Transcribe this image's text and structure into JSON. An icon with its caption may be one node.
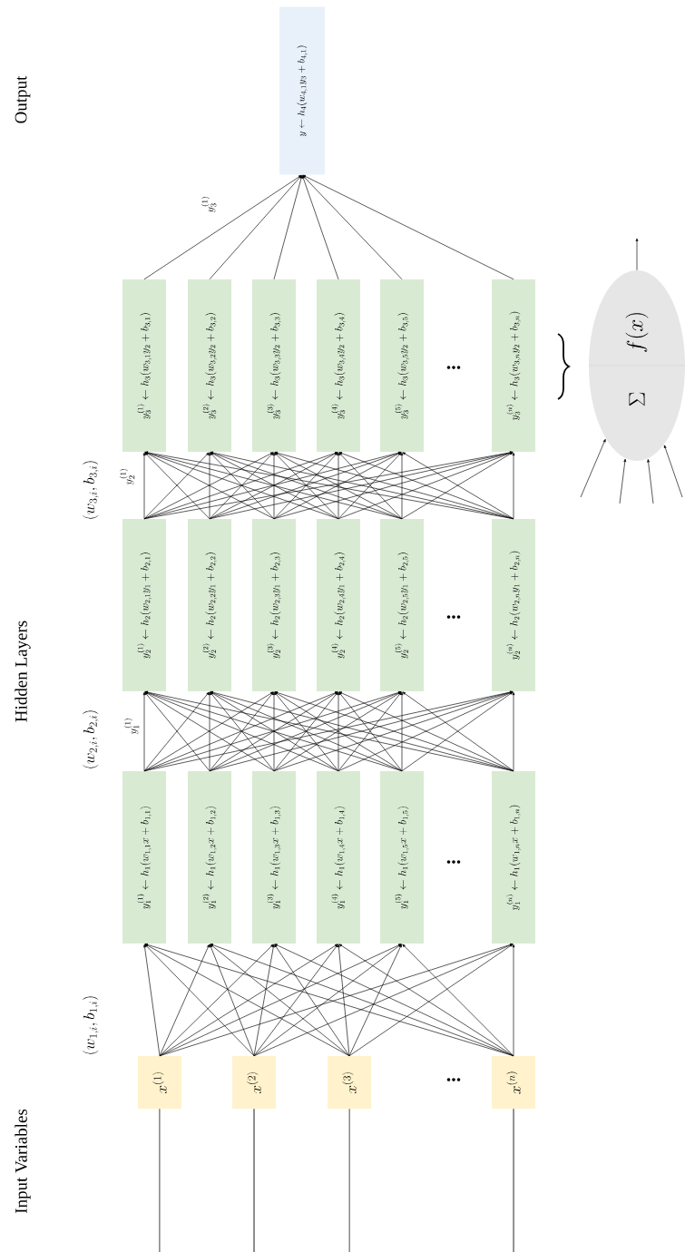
{
  "diagram": {
    "nodes": [
      {
        "text": [
          "x^{(1)}"
        ]
      },
      {
        "text": [
          "x^{(2)}"
        ]
      },
      {
        "text": [
          "x^{(3)}"
        ]
      },
      {
        "text": [
          "x^{(n)}"
        ]
      },
      {
        "text": [
          "y_1^{(1)} \\leftarrow h_1(w_{1,1}x + b_{1,1})"
        ]
      },
      {
        "text": [
          "y_1^{(2)} \\leftarrow h_1(w_{1,2}x + b_{1,2})"
        ]
      },
      {
        "text": [
          "y_1^{(3)} \\leftarrow h_1(w_{1,3}x + b_{1,3})"
        ]
      },
      {
        "text": [
          "y_1^{(4)} \\leftarrow h_1(w_{1,4}x + b_{1,4})"
        ]
      },
      {
        "text": [
          "y_1^{(5)} \\leftarrow h_1(w_{1,5}x + b_{1,5})"
        ]
      },
      {
        "text": [
          "y_1^{(n)} \\leftarrow h_1(w_{1,n}x + b_{1,n})"
        ]
      },
      {
        "text": [
          "y_2^{(1)} \\leftarrow h_2(w_{2,1}y_1 + b_{2,1})"
        ]
      },
      {
        "text": [
          "y_2^{(2)} \\leftarrow h_2(w_{2,2}y_1 + b_{2,2})"
        ]
      },
      {
        "text": [
          "y_2^{(3)} \\leftarrow h_2(w_{2,3}y_1 + b_{2,3})"
        ]
      },
      {
        "text": [
          "y_2^{(4)} \\leftarrow h_2(w_{2,4}y_1 + b_{2,4})"
        ]
      },
      {
        "text": [
          "y_2^{(5)} \\leftarrow h_2(w_{2,5}y_1 + b_{2,5})"
        ]
      },
      {
        "text": [
          "y_2^{(n)} \\leftarrow h_2(w_{2,n}y_1 + b_{2,n})"
        ]
      },
      {
        "text": [
          "y_3^{(1)} \\leftarrow h_3(w_{3,1}y_2 + b_{3,1})"
        ]
      },
      {
        "text": [
          "y_3^{(2)} \\leftarrow h_3(w_{3,2}y_2 + b_{3,2})"
        ]
      },
      {
        "text": [
          "y_3^{(3)} \\leftarrow h_3(w_{3,3}y_2 + b_{3,3})"
        ]
      },
      {
        "text": [
          "y_3^{(4)} \\leftarrow h_3(w_{3,4}y_2 + b_{3,4})"
        ]
      },
      {
        "text": [
          "y_3^{(5)} \\leftarrow h_3(w_{3,5}y_2 + b_{3,5})"
        ]
      },
      {
        "text": [
          "y_3^{(n)} \\leftarrow h_3(w_{3,n}y_2 + b_{3,n})"
        ]
      },
      {
        "text": [
          "y \\leftarrow h_4(w_{4,1}y_3 + b_{4,1})"
        ]
      },
      {
        "text": [
          "f(x)",
          "\\Sigma"
        ]
      }
    ],
    "edges": [
      {
        "from": null,
        "to": 0,
        "arrow": "none"
      },
      {
        "from": null,
        "to": 1,
        "arrow": "none"
      },
      {
        "from": null,
        "to": 2,
        "arrow": "none"
      },
      {
        "from": null,
        "to": 3,
        "arrow": "none"
      },
      {
        "from": 0,
        "to": 4,
        "arrow": "to"
      },
      {
        "from": 0,
        "to": 5,
        "arrow": "to"
      },
      {
        "from": 0,
        "to": 6,
        "arrow": "to"
      },
      {
        "from": 0,
        "to": 7,
        "arrow": "to"
      },
      {
        "from": 0,
        "to": 8,
        "arrow": "to"
      },
      {
        "from": 0,
        "to": 9,
        "arrow": "to"
      },
      {
        "from": 1,
        "to": 4,
        "arrow": "to"
      },
      {
        "from": 1,
        "to": 5,
        "arrow": "to"
      },
      {
        "from": 1,
        "to": 6,
        "arrow": "to"
      },
      {
        "from": 1,
        "to": 7,
        "arrow": "to"
      },
      {
        "from": 1,
        "to": 8,
        "arrow": "to"
      },
      {
        "from": 1,
        "to": 9,
        "arrow": "to"
      },
      {
        "from": 2,
        "to": 4,
        "arrow": "to"
      },
      {
        "from": 2,
        "to": 5,
        "arrow": "to"
      },
      {
        "from": 2,
        "to": 6,
        "arrow": "to"
      },
      {
        "from": 2,
        "to": 7,
        "arrow": "to"
      },
      {
        "from": 2,
        "to": 8,
        "arrow": "to"
      },
      {
        "from": 2,
        "to": 9,
        "arrow": "to"
      },
      {
        "from": 3,
        "to": 4,
        "arrow": "to"
      },
      {
        "from": 3,
        "to": 5,
        "arrow": "to"
      },
      {
        "from": 3,
        "to": 6,
        "arrow": "to"
      },
      {
        "from": 3,
        "to": 7,
        "arrow": "to"
      },
      {
        "from": 3,
        "to": 8,
        "arrow": "to"
      },
      {
        "from": 3,
        "to": 9,
        "arrow": "to"
      },
      {
        "from": 4,
        "to": 10,
        "arrow": "to"
      },
      {
        "from": 4,
        "to": 11,
        "arrow": "to"
      },
      {
        "from": 4,
        "to": 12,
        "arrow": "to"
      },
      {
        "from": 4,
        "to": 13,
        "arrow": "to"
      },
      {
        "from": 4,
        "to": 14,
        "arrow": "to"
      },
      {
        "from": 4,
        "to": 15,
        "arrow": "to"
      },
      {
        "from": 5,
        "to": 10,
        "arrow": "to"
      },
      {
        "from": 5,
        "to": 11,
        "arrow": "to"
      },
      {
        "from": 5,
        "to": 12,
        "arrow": "to"
      },
      {
        "from": 5,
        "to": 13,
        "arrow": "to"
      },
      {
        "from": 5,
        "to": 14,
        "arrow": "to"
      },
      {
        "from": 5,
        "to": 15,
        "arrow": "to"
      },
      {
        "from": 6,
        "to": 10,
        "arrow": "to"
      },
      {
        "from": 6,
        "to": 11,
        "arrow": "to"
      },
      {
        "from": 6,
        "to": 12,
        "arrow": "to"
      },
      {
        "from": 6,
        "to": 13,
        "arrow": "to"
      },
      {
        "from": 6,
        "to": 14,
        "arrow": "to"
      },
      {
        "from": 6,
        "to": 15,
        "arrow": "to"
      },
      {
        "from": 7,
        "to": 10,
        "arrow": "to"
      },
      {
        "from": 7,
        "to": 11,
        "arrow": "to"
      },
      {
        "from": 7,
        "to": 12,
        "arrow": "to"
      },
      {
        "from": 7,
        "to": 13,
        "arrow": "to"
      },
      {
        "from": 7,
        "to": 14,
        "arrow": "to"
      },
      {
        "from": 7,
        "to": 15,
        "arrow": "to"
      },
      {
        "from": 8,
        "to": 10,
        "arrow": "to"
      },
      {
        "from": 8,
        "to": 11,
        "arrow": "to"
      },
      {
        "from": 8,
        "to": 12,
        "arrow": "to"
      },
      {
        "from": 8,
        "to": 13,
        "arrow": "to"
      },
      {
        "from": 8,
        "to": 14,
        "arrow": "to"
      },
      {
        "from": 8,
        "to": 15,
        "arrow": "to"
      },
      {
        "from": 9,
        "to": 10,
        "arrow": "to"
      },
      {
        "from": 9,
        "to": 11,
        "arrow": "to"
      },
      {
        "from": 9,
        "to": 12,
        "arrow": "to"
      },
      {
        "from": 9,
        "to": 13,
        "arrow": "to"
      },
      {
        "from": 9,
        "to": 14,
        "arrow": "to"
      },
      {
        "from": 9,
        "to": 15,
        "arrow": "to"
      },
      {
        "from": 10,
        "to": 16,
        "arrow": "to"
      },
      {
        "from": 10,
        "to": 17,
        "arrow": "to"
      },
      {
        "from": 10,
        "to": 18,
        "arrow": "to"
      },
      {
        "from": 10,
        "to": 19,
        "arrow": "to"
      },
      {
        "from": 10,
        "to": 20,
        "arrow": "to"
      },
      {
        "from": 10,
        "to": 21,
        "arrow": "to"
      },
      {
        "from": 11,
        "to": 16,
        "arrow": "to"
      },
      {
        "from": 11,
        "to": 17,
        "arrow": "to"
      },
      {
        "from": 11,
        "to": 18,
        "arrow": "to"
      },
      {
        "from": 11,
        "to": 19,
        "arrow": "to"
      },
      {
        "from": 11,
        "to": 20,
        "arrow": "to"
      },
      {
        "from": 11,
        "to": 21,
        "arrow": "to"
      },
      {
        "from": 12,
        "to": 16,
        "arrow": "to"
      },
      {
        "from": 12,
        "to": 17,
        "arrow": "to"
      },
      {
        "from": 12,
        "to": 18,
        "arrow": "to"
      },
      {
        "from": 12,
        "to": 19,
        "arrow": "to"
      },
      {
        "from": 12,
        "to": 20,
        "arrow": "to"
      },
      {
        "from": 12,
        "to": 21,
        "arrow": "to"
      },
      {
        "from": 13,
        "to": 16,
        "arrow": "to"
      },
      {
        "from": 13,
        "to": 17,
        "arrow": "to"
      },
      {
        "from": 13,
        "to": 18,
        "arrow": "to"
      },
      {
        "from": 13,
        "to": 19,
        "arrow": "to"
      },
      {
        "from": 13,
        "to": 20,
        "arrow": "to"
      },
      {
        "from": 13,
        "to": 21,
        "arrow": "to"
      },
      {
        "from": 14,
        "to": 16,
        "arrow": "to"
      },
      {
        "from": 14,
        "to": 17,
        "arrow": "to"
      },
      {
        "from": 14,
        "to": 18,
        "arrow": "to"
      },
      {
        "from": 14,
        "to": 19,
        "arrow": "to"
      },
      {
        "from": 14,
        "to": 20,
        "arrow": "to"
      },
      {
        "from": 14,
        "to": 21,
        "arrow": "to"
      },
      {
        "from": 15,
        "to": 16,
        "arrow": "to"
      },
      {
        "from": 15,
        "to": 17,
        "arrow": "to"
      },
      {
        "from": 15,
        "to": 18,
        "arrow": "to"
      },
      {
        "from": 15,
        "to": 19,
        "arrow": "to"
      },
      {
        "from": 15,
        "to": 20,
        "arrow": "to"
      },
      {
        "from": 15,
        "to": 21,
        "arrow": "to"
      },
      {
        "from": 16,
        "to": 22,
        "arrow": "to"
      },
      {
        "from": 17,
        "to": 22,
        "arrow": "to"
      },
      {
        "from": 18,
        "to": 22,
        "arrow": "to"
      },
      {
        "from": 19,
        "to": 22,
        "arrow": "to"
      },
      {
        "from": 20,
        "to": 22,
        "arrow": "to"
      },
      {
        "from": 21,
        "to": 22,
        "arrow": "to"
      },
      {
        "from": null,
        "to": 23,
        "arrow": "to"
      },
      {
        "from": null,
        "to": 23,
        "arrow": "to"
      },
      {
        "from": null,
        "to": 23,
        "arrow": "to"
      },
      {
        "from": null,
        "to": 23,
        "arrow": "to"
      },
      {
        "from": 23,
        "to": null,
        "arrow": "to"
      }
    ],
    "labels": [
      "Output",
      "Hidden Layers",
      "Input Variables",
      "(w_{3,i}, b_{3,i})",
      "(w_{2,i}, b_{2,i})",
      "(w_{1,i}, b_{1,i})",
      "y_3^{(1)}",
      "y_2^{(1)}",
      "y_1^{(1)}",
      "...",
      "...",
      "...",
      "..."
    ]
  }
}
